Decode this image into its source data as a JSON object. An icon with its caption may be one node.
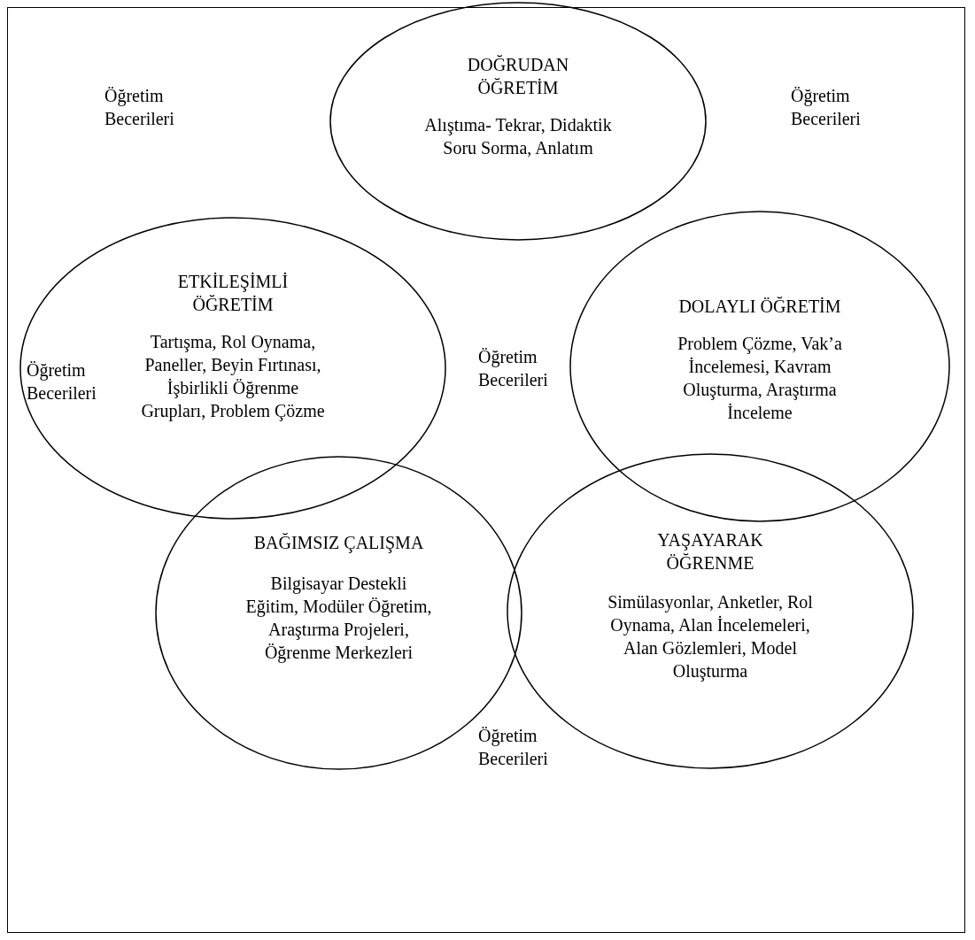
{
  "diagram": {
    "nodes": [
      {
        "text": [
          "DOĞRUDAN ÖĞRETİM",
          "Alıştıma- Tekrar, Didaktik Soru Sorma, Anlatım"
        ]
      },
      {
        "text": [
          "ETKİLEŞİMLİ ÖĞRETİM",
          "Tartışma, Rol Oynama, Paneller, Beyin Fırtınası, İşbirlikli Öğrenme Grupları, Problem Çözme"
        ]
      },
      {
        "text": [
          "DOLAYLI ÖĞRETİM",
          "Problem Çözme, Vak’a İncelemesi, Kavram Oluşturma, Araştırma İnceleme"
        ]
      },
      {
        "text": [
          "BAĞIMSIZ ÇALIŞMA",
          "Bilgisayar Destekli Eğitim, Modüler Öğretim, Araştırma Projeleri, Öğrenme Merkezleri"
        ]
      },
      {
        "text": [
          "YAŞAYARAK ÖĞRENME",
          "Simülasyonlar, Anketler, Rol Oynama, Alan İncelemeleri, Alan Gözlemleri, Model Oluşturma"
        ]
      }
    ],
    "edges": [],
    "labels": [
      "Öğretim Becerileri",
      "Öğretim Becerileri",
      "Öğretim Becerileri",
      "Öğretim Becerileri",
      "Öğretim Becerileri"
    ]
  }
}
